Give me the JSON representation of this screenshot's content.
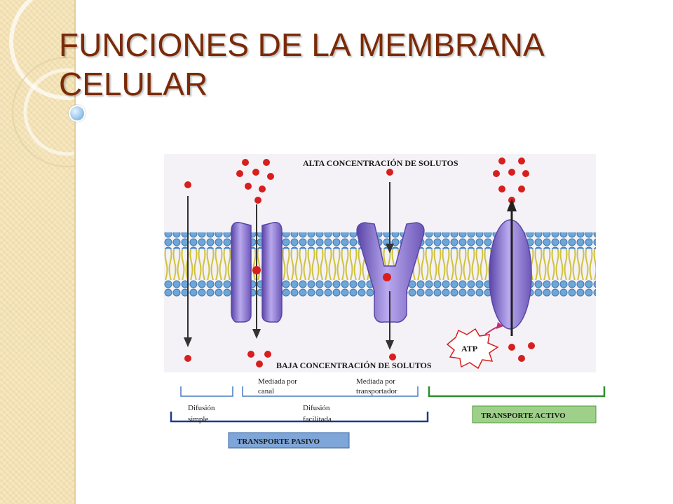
{
  "slide": {
    "title_line1": "FUNCIONES DE LA MEMBRANA",
    "title_line2": "CELULAR"
  },
  "diagram": {
    "top_label": "ALTA CONCENTRACIÓN DE SOLUTOS",
    "bottom_label": "BAJA CONCENTRACIÓN DE SOLUTOS",
    "atp_label": "ATP",
    "channel_label_1": "Mediada por",
    "channel_label_2": "canal",
    "carrier_label_1": "Mediada por",
    "carrier_label_2": "transportador",
    "simple_label_1": "Difusión",
    "simple_label_2": "simple",
    "facilitated_label_1": "Difusión",
    "facilitated_label_2": "facilitada",
    "passive_transport": "TRANSPORTE PASIVO",
    "active_transport": "TRANSPORTE ACTIVO"
  },
  "colors": {
    "title": "#7a2a07",
    "solute": "#d81e1e",
    "protein": "#8f7bd6",
    "lipid_head": "#6fa6d8",
    "lipid_tail": "#cfc23a",
    "passive_bracket": "#1f3a8a",
    "active_bracket": "#2f8a2f",
    "passive_box": "#7fa6d8",
    "active_box": "#9fd08a"
  }
}
